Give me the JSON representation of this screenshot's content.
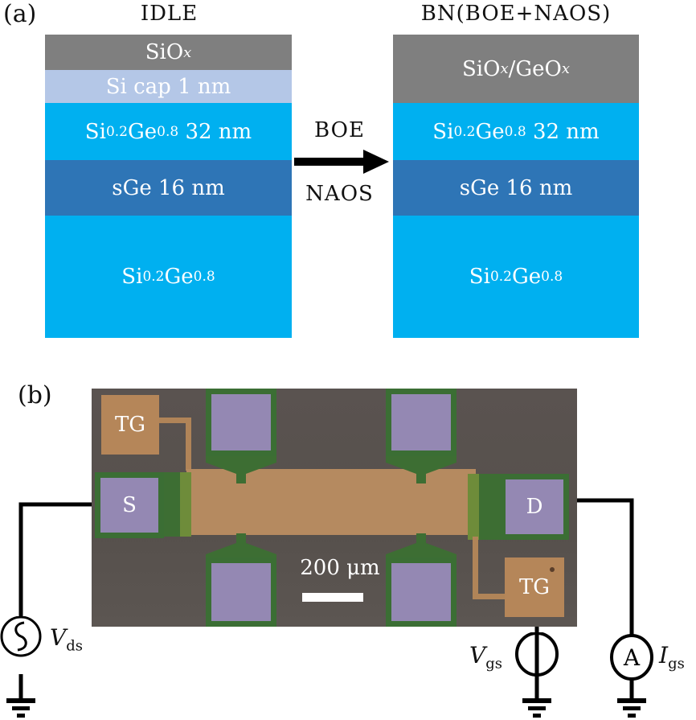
{
  "panel_a": {
    "label": "(a)",
    "left_stack": {
      "title": "IDLE",
      "layers": [
        {
          "name": "SiO",
          "sub": "x",
          "sub_italic": true,
          "suffix": "",
          "color": "#7f7f7f"
        },
        {
          "name": "Si cap 1 nm",
          "color": "#b4c7e7"
        },
        {
          "name": "Si",
          "sub": "0.2",
          "mid": "Ge",
          "sub2": "0.8",
          "suffix": " 32 nm",
          "color": "#00b0f0"
        },
        {
          "name": "sGe 16 nm",
          "color": "#2e75b6"
        },
        {
          "name": "Si",
          "sub": "0.2",
          "mid": "Ge",
          "sub2": "0.8",
          "suffix": "",
          "color": "#00b0f0"
        }
      ]
    },
    "arrow": {
      "top_label": "BOE",
      "bottom_label": "NAOS"
    },
    "right_stack": {
      "title": "BN(BOE+NAOS)",
      "layers": [
        {
          "name": "SiO",
          "sub": "x",
          "mid": "/GeO",
          "sub2": "x",
          "color": "#7f7f7f"
        },
        {
          "name": "Si",
          "sub": "0.2",
          "mid": "Ge",
          "sub2": "0.8",
          "suffix": " 32 nm",
          "color": "#00b0f0"
        },
        {
          "name": "sGe 16 nm",
          "color": "#2e75b6"
        },
        {
          "name": "Si",
          "sub": "0.2",
          "mid": "Ge",
          "sub2": "0.8",
          "suffix": "",
          "color": "#00b0f0"
        }
      ]
    }
  },
  "panel_b": {
    "label": "(b)",
    "pads": {
      "source": "S",
      "drain": "D",
      "top_gate_left": "TG",
      "top_gate_right": "TG"
    },
    "scale_bar": "200 μm",
    "circuit": {
      "vds": {
        "symbol": "V",
        "subscript": "ds",
        "icon": "ac-voltage-source-icon"
      },
      "vgs": {
        "symbol": "V",
        "subscript": "gs",
        "icon": "dc-voltage-source-icon"
      },
      "igs": {
        "symbol": "I",
        "subscript": "gs",
        "meter_letter": "A",
        "icon": "ammeter-icon"
      }
    },
    "colors": {
      "pad": "#9488b3",
      "pad_border": "#3b6e34",
      "channel": "#b58a60",
      "gate": "#b58659",
      "substrate": "#56504c"
    }
  }
}
